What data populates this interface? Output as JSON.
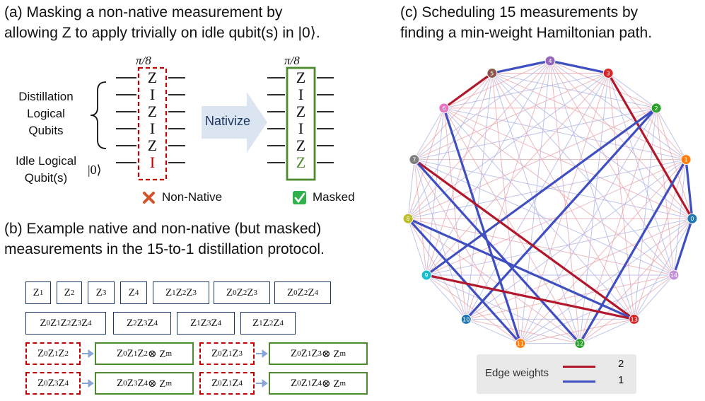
{
  "panel_a": {
    "caption_line1": "(a) Masking a non-native measurement by",
    "caption_line2": "allowing Z to apply trivially on idle qubit(s) in |0⟩.",
    "angle_label": "π/8",
    "left_ops": [
      "Z",
      "I",
      "Z",
      "I",
      "Z",
      "I"
    ],
    "right_ops": [
      "Z",
      "I",
      "Z",
      "I",
      "Z",
      "Z"
    ],
    "distill_label": "Distillation Logical Qubits",
    "distill_lines": [
      "Distillation",
      "Logical",
      "Qubits"
    ],
    "idle_lines": [
      "Idle Logical",
      "Qubit(s)"
    ],
    "ket_zero": "|0⟩",
    "arrow_label": "Nativize",
    "non_native_label": "Non-Native",
    "masked_label": "Masked",
    "colors": {
      "non_native": "#c00000",
      "masked": "#4e8a2e",
      "arrow": "#dbe5f1"
    }
  },
  "panel_b": {
    "caption_line1": "(b) Example native and non-native (but masked)",
    "caption_line2": "measurements in the 15-to-1 distillation protocol.",
    "row1": [
      "Z1",
      "Z2",
      "Z3",
      "Z4",
      "Z1Z2Z3",
      "Z0Z2Z3",
      "Z0Z2Z4"
    ],
    "row2": [
      "Z0Z1Z2Z3Z4",
      "Z2Z3Z4",
      "Z1Z3Z4",
      "Z1Z2Z4"
    ],
    "masked_pairs": [
      {
        "from": "Z0Z1Z2",
        "to": "Z0Z1Z2 ⊗ Zm"
      },
      {
        "from": "Z0Z1Z3",
        "to": "Z0Z1Z3 ⊗ Zm"
      },
      {
        "from": "Z0Z3Z4",
        "to": "Z0Z3Z4 ⊗ Zm"
      },
      {
        "from": "Z0Z1Z4",
        "to": "Z0Z1Z4 ⊗ Zm"
      }
    ]
  },
  "panel_c": {
    "caption_line1": "(c) Scheduling 15 measurements by",
    "caption_line2": "finding a min-weight Hamiltonian path.",
    "legend_title": "Edge weights",
    "legend_entries": [
      {
        "label": "2",
        "color": "#b2182b"
      },
      {
        "label": "1",
        "color": "#3f4fc0"
      }
    ],
    "nodes": [
      {
        "id": "0",
        "color": "#1f77b4"
      },
      {
        "id": "1",
        "color": "#ff7f0e"
      },
      {
        "id": "2",
        "color": "#2ca02c"
      },
      {
        "id": "3",
        "color": "#d62728"
      },
      {
        "id": "4",
        "color": "#9467bd"
      },
      {
        "id": "5",
        "color": "#8c564b"
      },
      {
        "id": "6",
        "color": "#e377c2"
      },
      {
        "id": "7",
        "color": "#7f7f7f"
      },
      {
        "id": "8",
        "color": "#bcbd22"
      },
      {
        "id": "9",
        "color": "#17becf"
      },
      {
        "id": "10",
        "color": "#1f77b4"
      },
      {
        "id": "11",
        "color": "#ff7f0e"
      },
      {
        "id": "12",
        "color": "#2ca02c"
      },
      {
        "id": "13",
        "color": "#d62728"
      },
      {
        "id": "14",
        "color": "#c28fd8"
      }
    ],
    "path_edges": [
      {
        "a": "6",
        "b": "5",
        "w": 2
      },
      {
        "a": "5",
        "b": "4",
        "w": 1
      },
      {
        "a": "4",
        "b": "3",
        "w": 1
      },
      {
        "a": "3",
        "b": "0",
        "w": 2
      },
      {
        "a": "0",
        "b": "14",
        "w": 1
      },
      {
        "a": "1",
        "b": "0",
        "w": 1
      },
      {
        "a": "1",
        "b": "12",
        "w": 1
      },
      {
        "a": "2",
        "b": "9",
        "w": 1
      },
      {
        "a": "2",
        "b": "10",
        "w": 1
      },
      {
        "a": "6",
        "b": "11",
        "w": 1
      },
      {
        "a": "7",
        "b": "13",
        "w": 2
      },
      {
        "a": "7",
        "b": "12",
        "w": 1
      },
      {
        "a": "8",
        "b": "11",
        "w": 1
      },
      {
        "a": "8",
        "b": "13",
        "w": 1
      },
      {
        "a": "9",
        "b": "13",
        "w": 2
      }
    ]
  }
}
